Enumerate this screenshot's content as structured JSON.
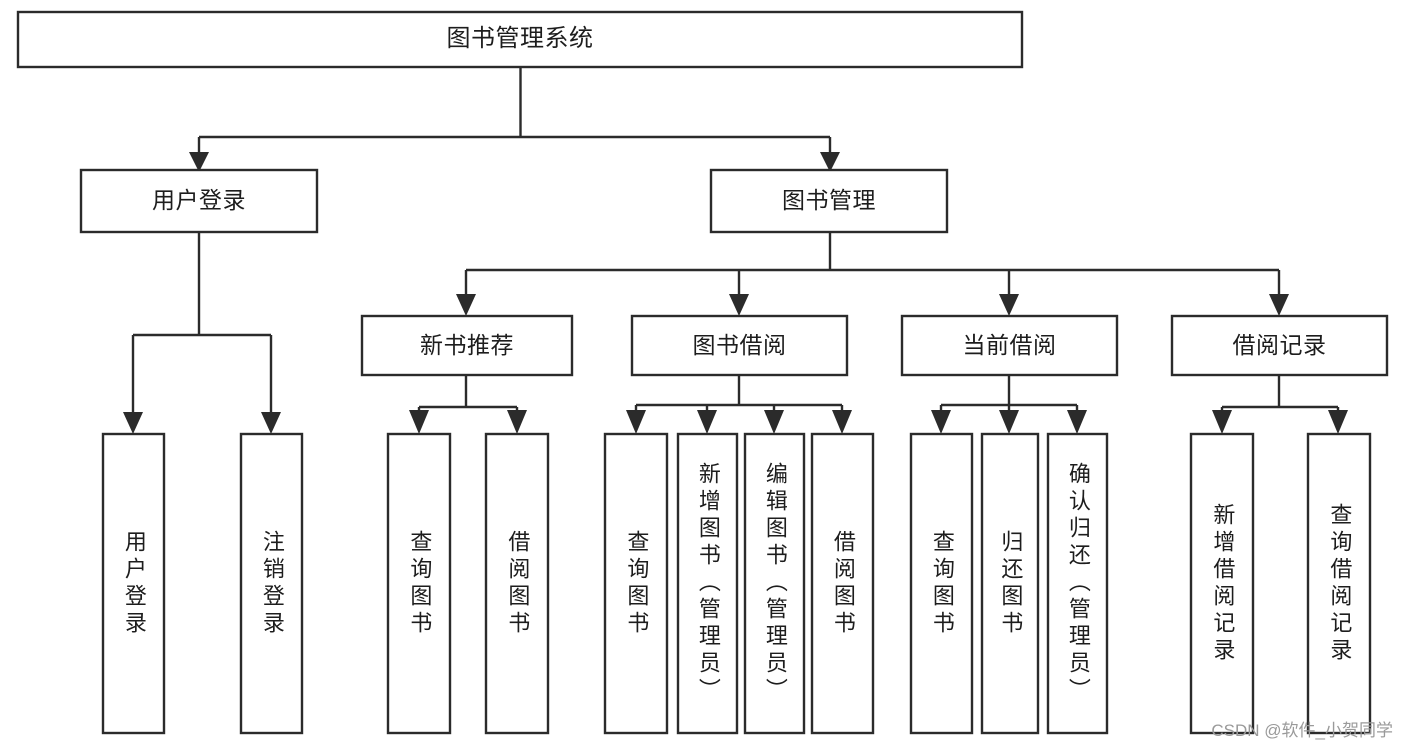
{
  "diagram": {
    "title_box": {
      "label": "图书管理系统"
    },
    "level2": [
      {
        "id": "user-login",
        "label": "用户登录"
      },
      {
        "id": "book-management",
        "label": "图书管理"
      }
    ],
    "level3": [
      {
        "id": "new-book-recommend",
        "label": "新书推荐"
      },
      {
        "id": "book-borrow",
        "label": "图书借阅"
      },
      {
        "id": "current-borrow",
        "label": "当前借阅"
      },
      {
        "id": "borrow-record",
        "label": "借阅记录"
      }
    ],
    "leaves": [
      {
        "id": "leaf-user-login",
        "label": "用户登录",
        "parent": "user-login"
      },
      {
        "id": "leaf-logout",
        "label": "注销登录",
        "parent": "user-login"
      },
      {
        "id": "leaf-query-book-1",
        "label": "查询图书",
        "parent": "new-book-recommend"
      },
      {
        "id": "leaf-borrow-book-1",
        "label": "借阅图书",
        "parent": "new-book-recommend"
      },
      {
        "id": "leaf-query-book-2",
        "label": "查询图书",
        "parent": "book-borrow"
      },
      {
        "id": "leaf-add-book",
        "label": "新增图书（管理员）",
        "parent": "book-borrow"
      },
      {
        "id": "leaf-edit-book",
        "label": "编辑图书（管理员）",
        "parent": "book-borrow"
      },
      {
        "id": "leaf-borrow-book-2",
        "label": "借阅图书",
        "parent": "book-borrow"
      },
      {
        "id": "leaf-query-book-3",
        "label": "查询图书",
        "parent": "current-borrow"
      },
      {
        "id": "leaf-return-book",
        "label": "归还图书",
        "parent": "current-borrow"
      },
      {
        "id": "leaf-confirm-return",
        "label": "确认归还（管理员）",
        "parent": "current-borrow"
      },
      {
        "id": "leaf-add-record",
        "label": "新增借阅记录",
        "parent": "borrow-record"
      },
      {
        "id": "leaf-query-record",
        "label": "查询借阅记录",
        "parent": "borrow-record"
      }
    ],
    "watermark": "CSDN @软件_小贺同学",
    "colors": {
      "stroke": "#2b2b2b",
      "box_fill": "#ffffff",
      "text": "#1d1d1d",
      "background": "#ffffff",
      "watermark": "#9a9a9a"
    }
  }
}
